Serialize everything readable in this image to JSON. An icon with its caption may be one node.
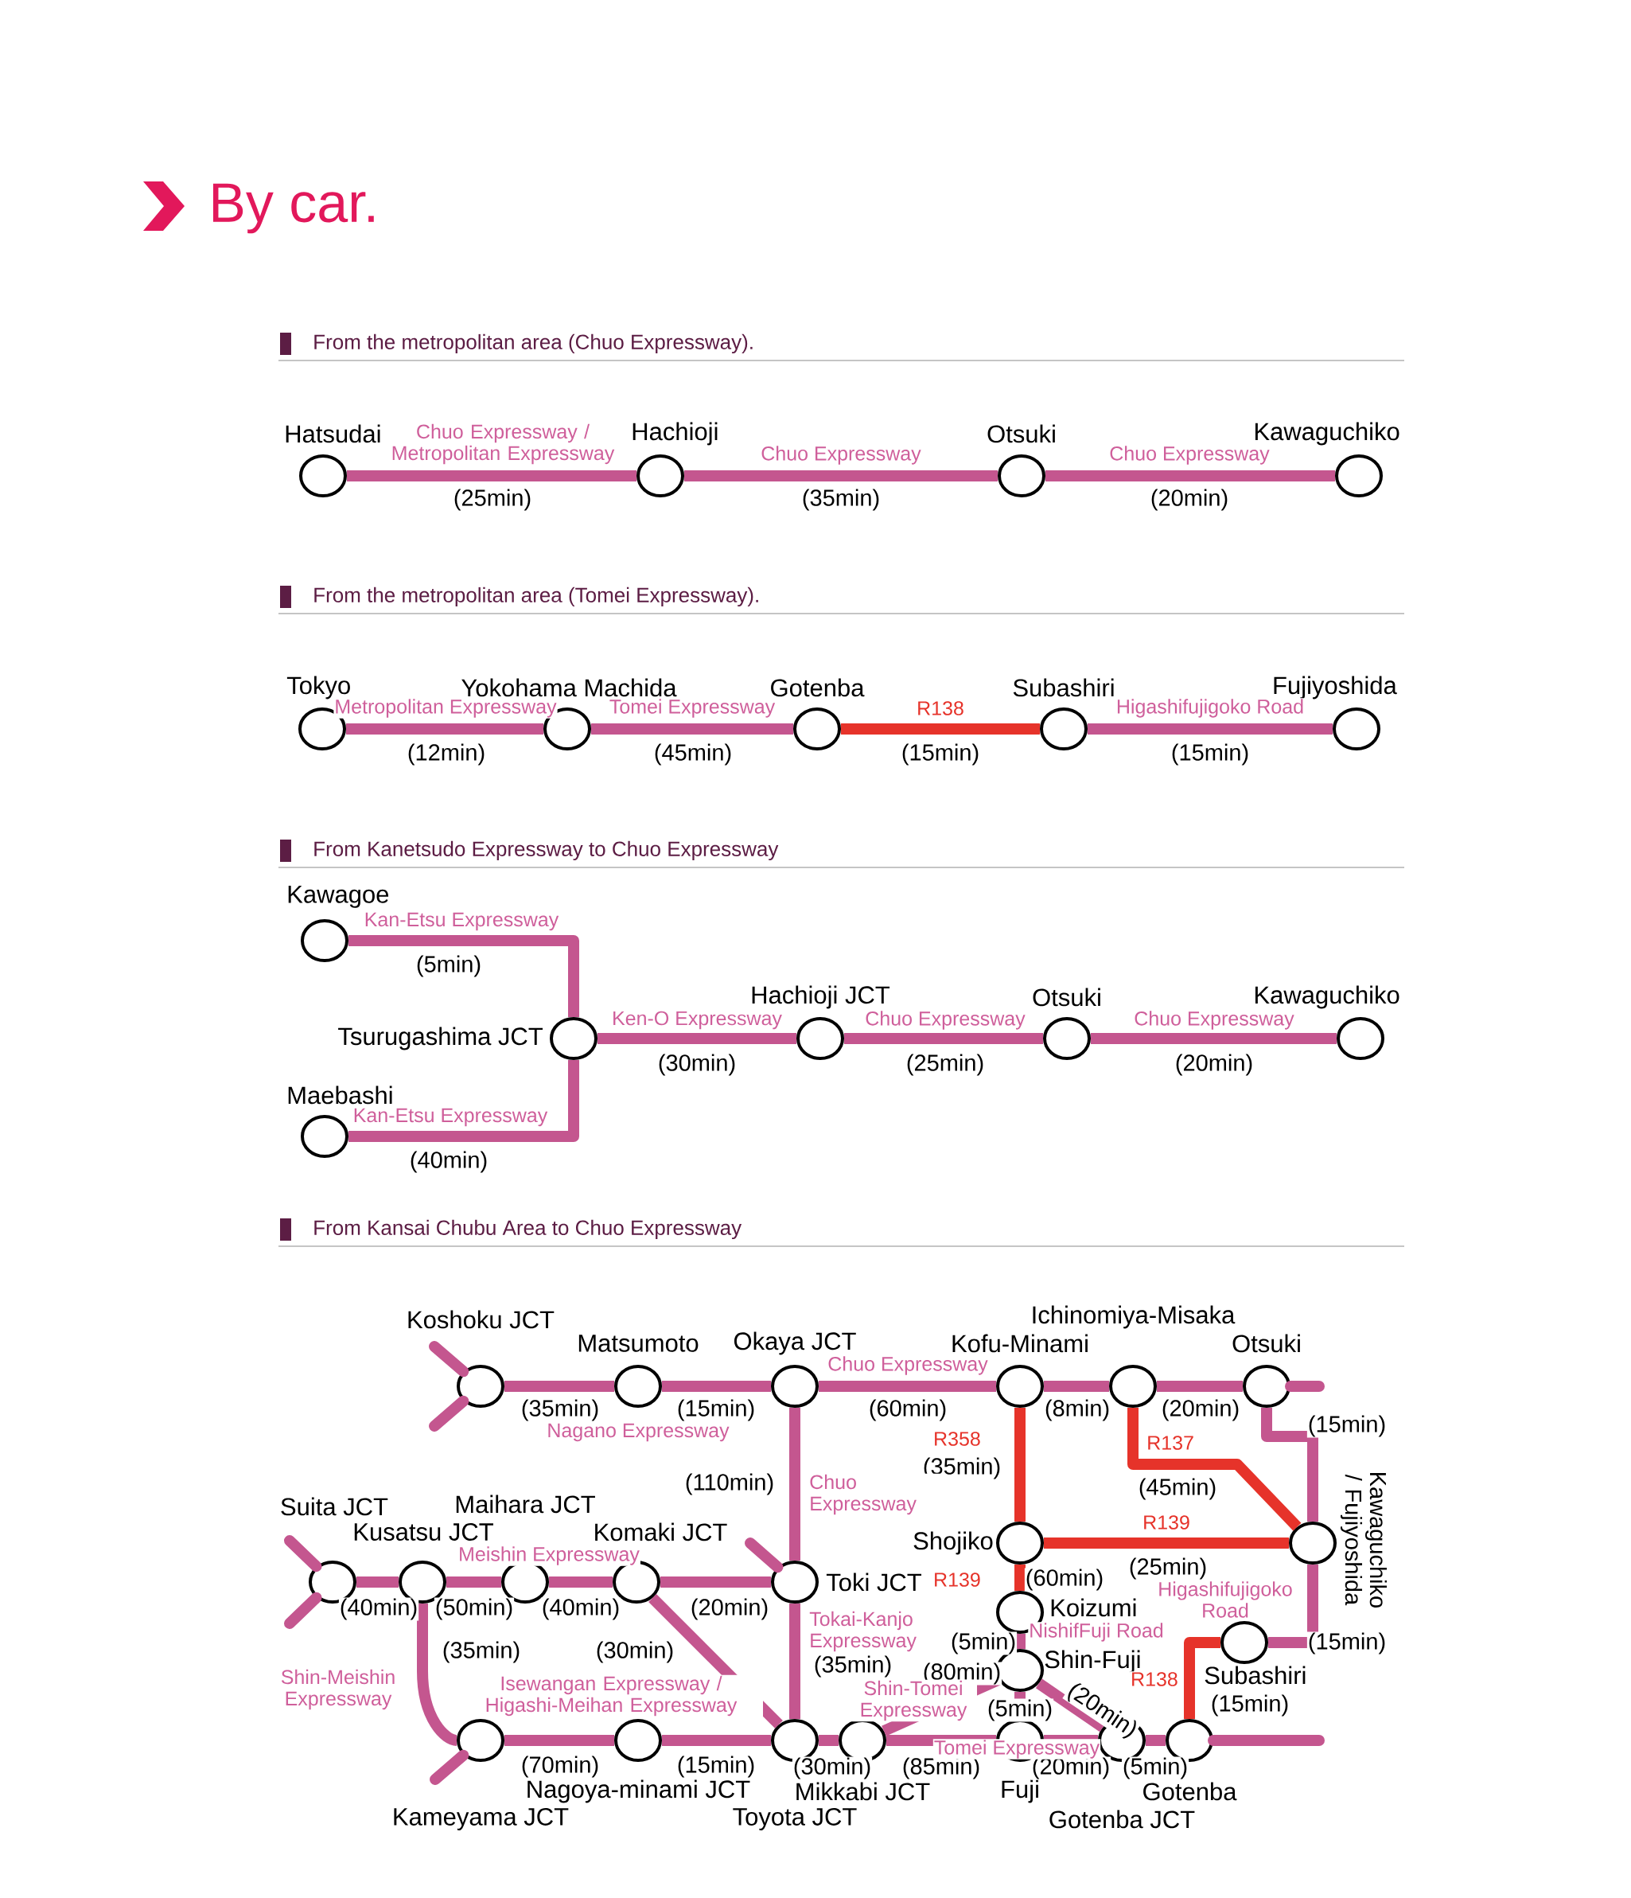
{
  "diagram": {
    "title": "By car.",
    "nodes": [
      {
        "text": [
          "Hatsudai"
        ]
      },
      {
        "text": [
          "Hachioji"
        ]
      },
      {
        "text": [
          "Otsuki"
        ]
      },
      {
        "text": [
          "Kawaguchiko"
        ]
      },
      {
        "text": [
          "Tokyo"
        ]
      },
      {
        "text": [
          "Yokohama Machida"
        ]
      },
      {
        "text": [
          "Gotenba"
        ]
      },
      {
        "text": [
          "Subashiri"
        ]
      },
      {
        "text": [
          "Fujiyoshida"
        ]
      },
      {
        "text": [
          "Kawagoe"
        ]
      },
      {
        "text": [
          "Tsurugashima JCT"
        ]
      },
      {
        "text": [
          "Maebashi"
        ]
      },
      {
        "text": [
          "Hachioji JCT"
        ]
      },
      {
        "text": [
          "Otsuki"
        ]
      },
      {
        "text": [
          "Kawaguchiko"
        ]
      },
      {
        "text": [
          "Koshoku JCT"
        ]
      },
      {
        "text": [
          "Matsumoto"
        ]
      },
      {
        "text": [
          "Okaya JCT"
        ]
      },
      {
        "text": [
          "Kofu-Minami"
        ]
      },
      {
        "text": [
          "Ichinomiya-Misaka"
        ]
      },
      {
        "text": [
          "Otsuki"
        ]
      },
      {
        "text": [
          "Suita JCT"
        ]
      },
      {
        "text": [
          "Kusatsu JCT"
        ]
      },
      {
        "text": [
          "Maihara JCT"
        ]
      },
      {
        "text": [
          "Komaki JCT"
        ]
      },
      {
        "text": [
          "Toki JCT"
        ]
      },
      {
        "text": [
          "Shojiko"
        ]
      },
      {
        "text": [
          "Kawaguchiko / Fujiyoshida"
        ]
      },
      {
        "text": [
          "Koizumi"
        ]
      },
      {
        "text": [
          "Shin-Fuji"
        ]
      },
      {
        "text": [
          "Subashiri"
        ]
      },
      {
        "text": [
          "Kameyama JCT"
        ]
      },
      {
        "text": [
          "Nagoya-minami JCT"
        ]
      },
      {
        "text": [
          "Toyota JCT"
        ]
      },
      {
        "text": [
          "Mikkabi JCT"
        ]
      },
      {
        "text": [
          "Fuji"
        ]
      },
      {
        "text": [
          "Gotenba JCT"
        ]
      },
      {
        "text": [
          "Gotenba"
        ]
      }
    ],
    "edges": [
      {
        "from": 0,
        "to": 1,
        "arrow": "none",
        "label": "(25min)"
      },
      {
        "from": 1,
        "to": 2,
        "arrow": "none",
        "label": "(35min)"
      },
      {
        "from": 2,
        "to": 3,
        "arrow": "none",
        "label": "(20min)"
      },
      {
        "from": 4,
        "to": 5,
        "arrow": "none",
        "label": "(12min)"
      },
      {
        "from": 5,
        "to": 6,
        "arrow": "none",
        "label": "(45min)"
      },
      {
        "from": 6,
        "to": 7,
        "arrow": "none",
        "label": "(15min)",
        "color": "#e6332a"
      },
      {
        "from": 7,
        "to": 8,
        "arrow": "none",
        "label": "(15min)"
      },
      {
        "from": 9,
        "to": 10,
        "arrow": "none",
        "label": "(5min)"
      },
      {
        "from": 11,
        "to": 10,
        "arrow": "none",
        "label": "(40min)"
      },
      {
        "from": 10,
        "to": 12,
        "arrow": "none",
        "label": "(30min)"
      },
      {
        "from": 12,
        "to": 13,
        "arrow": "none",
        "label": "(25min)"
      },
      {
        "from": 13,
        "to": 14,
        "arrow": "none",
        "label": "(20min)"
      },
      {
        "from": null,
        "to": 15,
        "arrow": "none"
      },
      {
        "from": null,
        "to": 15,
        "arrow": "none"
      },
      {
        "from": 15,
        "to": 16,
        "arrow": "none",
        "label": "(35min)"
      },
      {
        "from": 16,
        "to": 17,
        "arrow": "none",
        "label": "(15min)"
      },
      {
        "from": 17,
        "to": 18,
        "arrow": "none",
        "label": "(60min)"
      },
      {
        "from": 18,
        "to": 19,
        "arrow": "none",
        "label": "(8min)"
      },
      {
        "from": 19,
        "to": 20,
        "arrow": "none",
        "label": "(20min)"
      },
      {
        "from": 20,
        "to": null,
        "arrow": "none"
      },
      {
        "from": 17,
        "to": 25,
        "arrow": "none",
        "label": "(110min)"
      },
      {
        "from": 18,
        "to": 26,
        "arrow": "none",
        "label": "(35min)",
        "color": "#e6332a"
      },
      {
        "from": 19,
        "to": 27,
        "arrow": "none",
        "label": "(45min)",
        "color": "#e6332a"
      },
      {
        "from": 20,
        "to": 27,
        "arrow": "none",
        "label": "(15min)"
      },
      {
        "from": 26,
        "to": 27,
        "arrow": "none",
        "label": "(25min)",
        "color": "#e6332a"
      },
      {
        "from": null,
        "to": 21,
        "arrow": "none"
      },
      {
        "from": null,
        "to": 21,
        "arrow": "none"
      },
      {
        "from": 21,
        "to": 22,
        "arrow": "none",
        "label": "(40min)"
      },
      {
        "from": 22,
        "to": 23,
        "arrow": "none",
        "label": "(50min)"
      },
      {
        "from": 23,
        "to": 24,
        "arrow": "none",
        "label": "(40min)"
      },
      {
        "from": 24,
        "to": 25,
        "arrow": "none",
        "label": "(20min)"
      },
      {
        "from": null,
        "to": 25,
        "arrow": "none"
      },
      {
        "from": 26,
        "to": 28,
        "arrow": "none",
        "label": "(60min)",
        "color": "#e6332a"
      },
      {
        "from": 28,
        "to": 29,
        "arrow": "none",
        "label": "(5min)"
      },
      {
        "from": 22,
        "to": 31,
        "arrow": "none",
        "label": "(35min)"
      },
      {
        "from": 24,
        "to": 33,
        "arrow": "none",
        "label": "(30min)"
      },
      {
        "from": 25,
        "to": 33,
        "arrow": "none",
        "label": "(35min)"
      },
      {
        "from": 29,
        "to": 34,
        "arrow": "none",
        "label": "(80min)"
      },
      {
        "from": 29,
        "to": 35,
        "arrow": "none",
        "label": "(5min)"
      },
      {
        "from": 29,
        "to": 36,
        "arrow": "none",
        "label": "(20min)"
      },
      {
        "from": 30,
        "to": 27,
        "arrow": "none",
        "label": "(15min)"
      },
      {
        "from": 37,
        "to": 30,
        "arrow": "none",
        "label": "(15min)",
        "color": "#e6332a"
      },
      {
        "from": null,
        "to": 31,
        "arrow": "none"
      },
      {
        "from": 31,
        "to": 32,
        "arrow": "none",
        "label": "(70min)"
      },
      {
        "from": 32,
        "to": 33,
        "arrow": "none",
        "label": "(15min)"
      },
      {
        "from": 33,
        "to": 34,
        "arrow": "none",
        "label": "(30min)"
      },
      {
        "from": 34,
        "to": 35,
        "arrow": "none",
        "label": "(85min)"
      },
      {
        "from": 35,
        "to": 36,
        "arrow": "none",
        "label": "(20min)"
      },
      {
        "from": 36,
        "to": 37,
        "arrow": "none",
        "label": "(5min)"
      },
      {
        "from": 37,
        "to": null,
        "arrow": "none"
      }
    ],
    "labels": [
      "From the metropolitan area (Chuo Expressway).",
      "Chuo Expressway / Metropolitan Expressway",
      "Chuo Expressway",
      "Chuo Expressway",
      "From the metropolitan area (Tomei Expressway).",
      "Metropolitan Expressway",
      "Tomei Expressway",
      "R138",
      "Higashifujigoko Road",
      "From Kanetsudo Expressway to Chuo Expressway",
      "Kan-Etsu Expressway",
      "Ken-O Expressway",
      "Chuo Expressway",
      "Chuo Expressway",
      "Kan-Etsu Expressway",
      "From Kansai Chubu Area to Chuo Expressway",
      "Chuo Expressway",
      "Nagano Expressway",
      "R358",
      "Chuo Expressway",
      "R137",
      "R139",
      "Meishin Expressway",
      "Higashifujigoko Road",
      "R139",
      "Tokai-Kanjo Expressway",
      "NishifFuji Road",
      "Shin-Meishin Expressway",
      "Isewangan Expressway / Higashi-Meihan Expressway",
      "Shin-Tomei Expressway",
      "R138",
      "Tomei Expressway"
    ]
  }
}
